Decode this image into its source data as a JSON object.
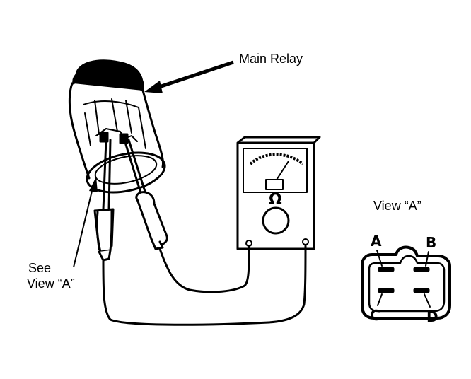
{
  "labels": {
    "main_relay": "Main Relay",
    "see_line1": "See",
    "see_line2": "View “A”",
    "view_a_title": "View “A”",
    "meter_symbol": "Ω"
  },
  "connector": {
    "pins": [
      "A",
      "B",
      "C",
      "D"
    ]
  },
  "colors": {
    "ink": "#000000",
    "paper": "#ffffff"
  }
}
